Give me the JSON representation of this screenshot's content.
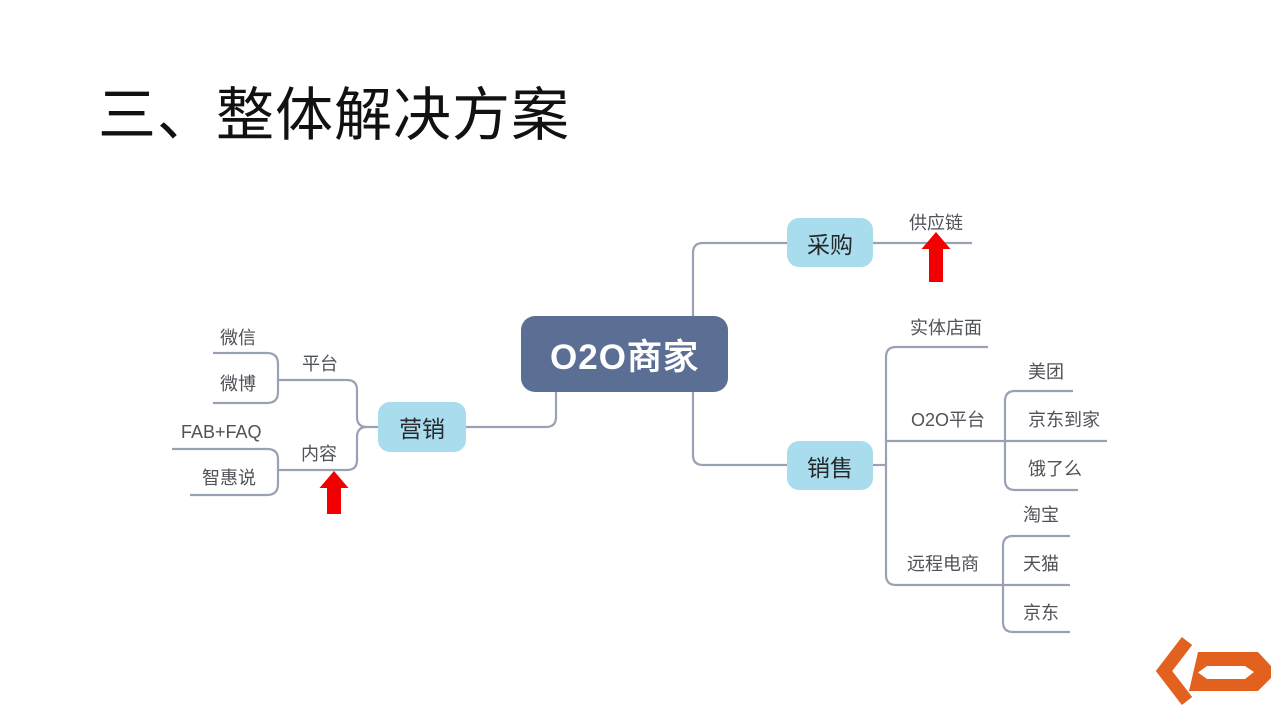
{
  "slide": {
    "title": "三、整体解决方案",
    "background": "#FFFFFF"
  },
  "mindmap": {
    "root": {
      "label": "O2O商家"
    },
    "level1": {
      "marketing": {
        "label": "营销"
      },
      "procurement": {
        "label": "采购"
      },
      "sales": {
        "label": "销售"
      }
    },
    "labels": {
      "platform": "平台",
      "wechat": "微信",
      "weibo": "微博",
      "content": "内容",
      "fab_faq": "FAB+FAQ",
      "zhihuishuo": "智惠说",
      "supply_chain": "供应链",
      "physical_store": "实体店面",
      "o2o_platform": "O2O平台",
      "meituan": "美团",
      "jd_daojia": "京东到家",
      "eleme": "饿了么",
      "remote_ecommerce": "远程电商",
      "taobao": "淘宝",
      "tmall": "天猫",
      "jd": "京东"
    },
    "colors": {
      "root_fill": "#5B6E94",
      "root_text": "#FFFFFF",
      "branch_fill": "#A9DCEC",
      "branch_text": "#26282C",
      "connector": "#99A2B4",
      "label_text": "#4F5258",
      "arrow_red": "#F20000",
      "logo_orange": "#E2611F"
    },
    "icons": {
      "content_arrow": "red-up-arrow",
      "supply_chain_arrow": "red-up-arrow",
      "logo": "orange-chevron-ring-logo"
    }
  }
}
